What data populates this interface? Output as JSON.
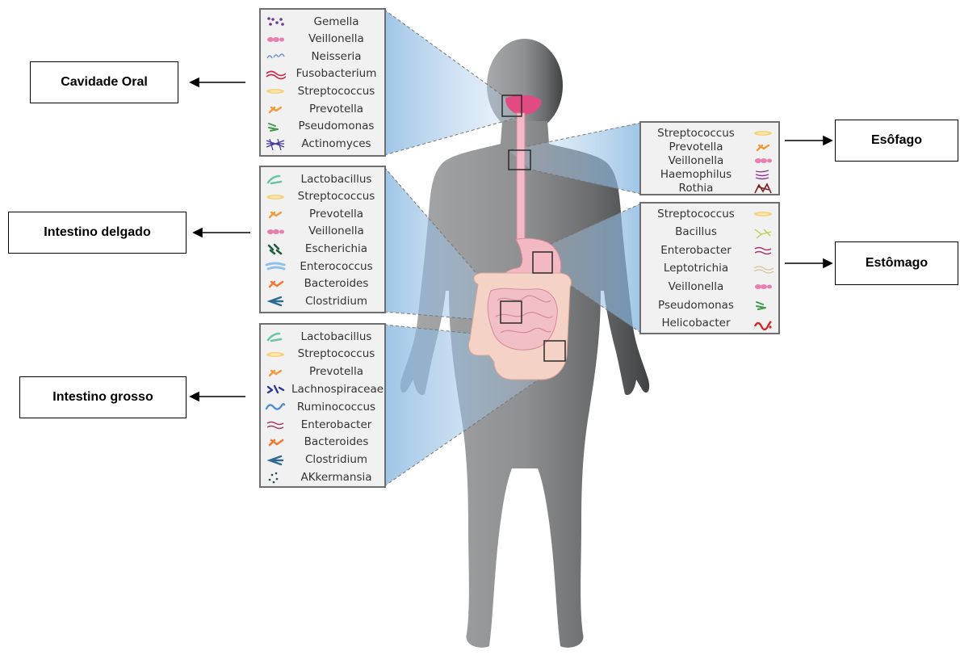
{
  "organs": {
    "oral": {
      "label": "Cavidade Oral",
      "bacteria": [
        {
          "name": "Gemella",
          "icon": "gemella-icon",
          "color": "#6b3a96"
        },
        {
          "name": "Veillonella",
          "icon": "veillonella-icon",
          "color": "#e77fb0"
        },
        {
          "name": "Neisseria",
          "icon": "neisseria-icon",
          "color": "#6f8fd0"
        },
        {
          "name": "Fusobacterium",
          "icon": "fusobacterium-icon",
          "color": "#c2314a"
        },
        {
          "name": "Streptococcus",
          "icon": "streptococcus-icon",
          "color": "#f7d27a"
        },
        {
          "name": "Prevotella",
          "icon": "prevotella-icon",
          "color": "#f29a3a"
        },
        {
          "name": "Pseudomonas",
          "icon": "pseudomonas-icon",
          "color": "#3f9a4a"
        },
        {
          "name": "Actinomyces",
          "icon": "actinomyces-icon",
          "color": "#3e3aa0"
        }
      ]
    },
    "esophagus": {
      "label": "Esôfago",
      "bacteria": [
        {
          "name": "Streptococcus",
          "icon": "streptococcus-icon",
          "color": "#f7d27a"
        },
        {
          "name": "Prevotella",
          "icon": "prevotella-icon",
          "color": "#f29a3a"
        },
        {
          "name": "Veillonella",
          "icon": "veillonella-icon",
          "color": "#e77fb0"
        },
        {
          "name": "Haemophilus",
          "icon": "haemophilus-icon",
          "color": "#8a3a8a"
        },
        {
          "name": "Rothia",
          "icon": "rothia-icon",
          "color": "#7a2020"
        }
      ]
    },
    "small_intestine": {
      "label": "Intestino delgado",
      "bacteria": [
        {
          "name": "Lactobacillus",
          "icon": "lactobacillus-icon",
          "color": "#6cc3a8"
        },
        {
          "name": "Streptococcus",
          "icon": "streptococcus-icon",
          "color": "#f7d27a"
        },
        {
          "name": "Prevotella",
          "icon": "prevotella-icon",
          "color": "#f29a3a"
        },
        {
          "name": "Veillonella",
          "icon": "veillonella-icon",
          "color": "#e77fb0"
        },
        {
          "name": "Escherichia",
          "icon": "escherichia-icon",
          "color": "#1f5a3a"
        },
        {
          "name": "Enterococcus",
          "icon": "enterococcus-icon",
          "color": "#8fc2e6"
        },
        {
          "name": "Bacteroides",
          "icon": "bacteroides-icon",
          "color": "#ef7a30"
        },
        {
          "name": "Clostridium",
          "icon": "clostridium-icon",
          "color": "#2f6a92"
        }
      ]
    },
    "stomach": {
      "label": "Estômago",
      "bacteria": [
        {
          "name": "Streptococcus",
          "icon": "streptococcus-icon",
          "color": "#f7d27a"
        },
        {
          "name": "Bacillus",
          "icon": "bacillus-icon",
          "color": "#b7d24a"
        },
        {
          "name": "Enterobacter",
          "icon": "enterobacter-icon",
          "color": "#a23a6a"
        },
        {
          "name": "Leptotrichia",
          "icon": "leptotrichia-icon",
          "color": "#d9c29a"
        },
        {
          "name": "Veillonella",
          "icon": "veillonella-icon",
          "color": "#e77fb0"
        },
        {
          "name": "Pseudomonas",
          "icon": "pseudomonas-icon",
          "color": "#3f9a4a"
        },
        {
          "name": "Helicobacter",
          "icon": "helicobacter-icon",
          "color": "#d22a2a"
        }
      ]
    },
    "large_intestine": {
      "label": "Intestino grosso",
      "bacteria": [
        {
          "name": "Lactobacillus",
          "icon": "lactobacillus-icon",
          "color": "#6cc3a8"
        },
        {
          "name": "Streptococcus",
          "icon": "streptococcus-icon",
          "color": "#f7d27a"
        },
        {
          "name": "Prevotella",
          "icon": "prevotella-icon",
          "color": "#f29a3a"
        },
        {
          "name": "Lachnospiraceae",
          "icon": "lachnospiraceae-icon",
          "color": "#2a3a8a"
        },
        {
          "name": "Ruminococcus",
          "icon": "ruminococcus-icon",
          "color": "#4a8fd0"
        },
        {
          "name": "Enterobacter",
          "icon": "enterobacter-icon",
          "color": "#a23a6a"
        },
        {
          "name": "Bacteroides",
          "icon": "bacteroides-icon",
          "color": "#ef7a30"
        },
        {
          "name": "Clostridium",
          "icon": "clostridium-icon",
          "color": "#2f6a92"
        },
        {
          "name": "AKkermansia",
          "icon": "akkermansia-icon",
          "color": "#1f4a4a"
        }
      ]
    }
  },
  "colors": {
    "body": "#8c8d90",
    "body_dark": "#58595b",
    "digestive_tract": "#f2b8c2",
    "callout": "#bfd8ee",
    "panel_bg": "#f1f1f2"
  }
}
